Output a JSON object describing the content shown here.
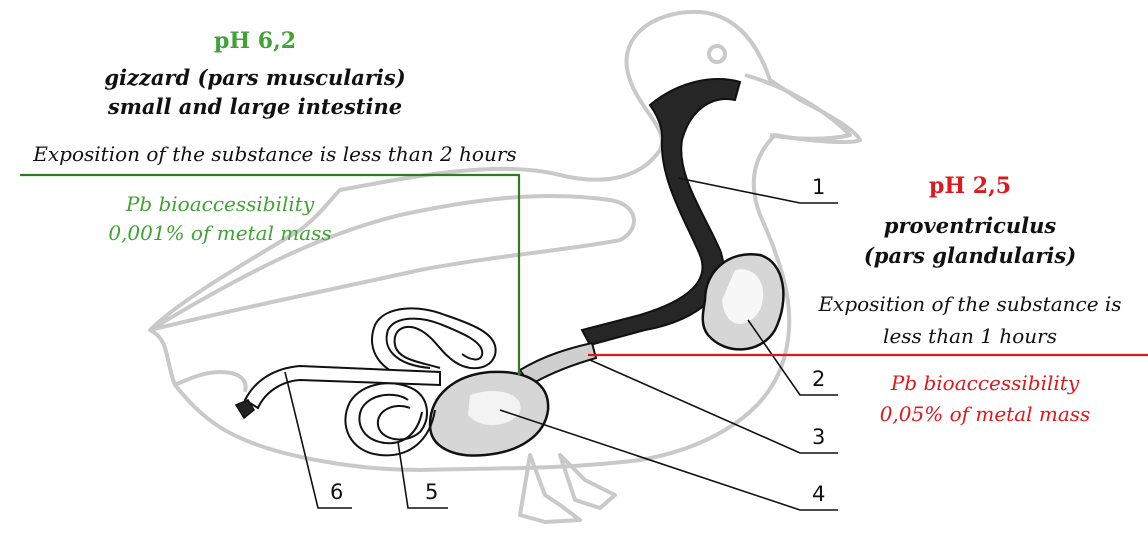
{
  "left_panel": {
    "ph": "pH 6,2",
    "organ_line1": "gizzard (pars muscularis)",
    "organ_line2": "small and large intestine",
    "exposition": "Exposition of the substance is less than 2 hours",
    "bio_line1": "Pb bioaccessibility",
    "bio_line2": "0,001% of metal mass"
  },
  "right_panel": {
    "ph": "pH 2,5",
    "organ_line1": "proventriculus",
    "organ_line2": "(pars glandularis)",
    "exposition_line1": "Exposition of the substance is",
    "exposition_line2": "less than 1 hours",
    "bio_line1": "Pb bioaccessibility",
    "bio_line2": "0,05% of metal mass"
  },
  "labels": {
    "n1": "1",
    "n2": "2",
    "n3": "3",
    "n4": "4",
    "n5": "5",
    "n6": "6"
  },
  "colors": {
    "green": "#3fa435",
    "red": "#e0171c",
    "outline": "#c7c7c7",
    "esophagus": "#262626",
    "organ_fill": "#d6d6d6"
  }
}
